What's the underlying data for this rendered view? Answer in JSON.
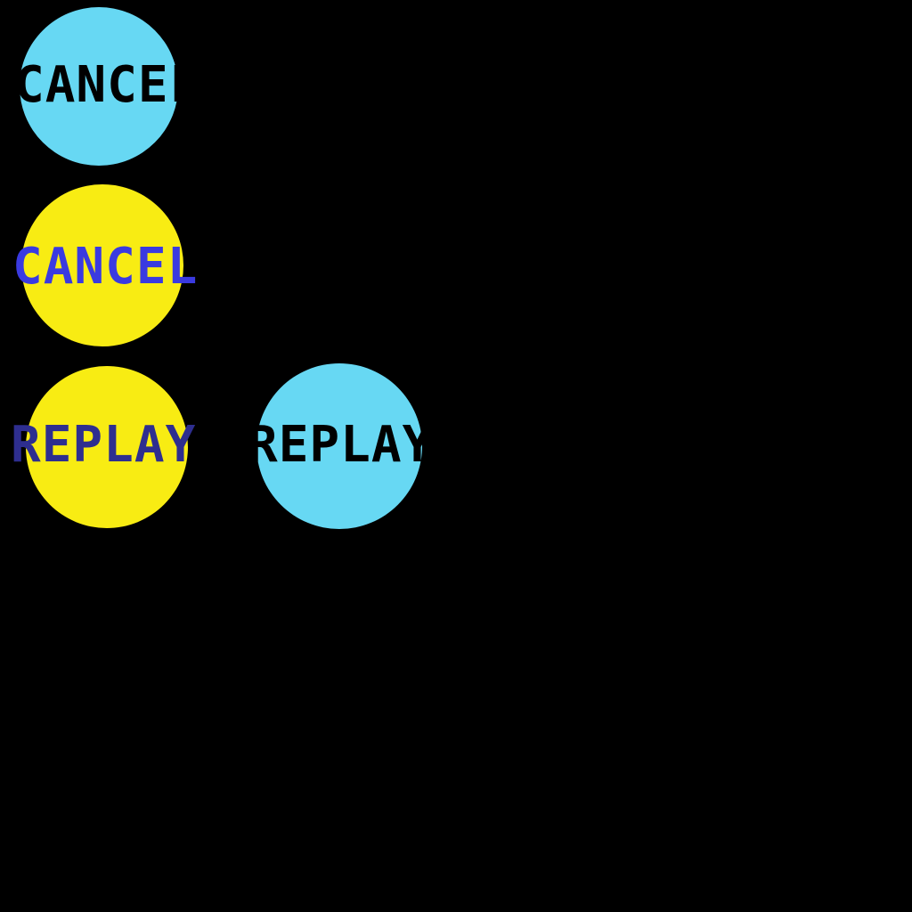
{
  "screen": {
    "background_color": "#000000"
  },
  "buttons": [
    {
      "label": "CANCEL",
      "circle_color": "#67d8f3",
      "label_color": "#000000"
    },
    {
      "label": "CANCEL",
      "circle_color": "#f8ec13",
      "label_color": "#3a3ae0"
    },
    {
      "label": "REPLAY",
      "circle_color": "#f8ec13",
      "label_color": "#2e2e8f"
    },
    {
      "label": "REPLAY",
      "circle_color": "#67d8f3",
      "label_color": "#000000"
    }
  ]
}
